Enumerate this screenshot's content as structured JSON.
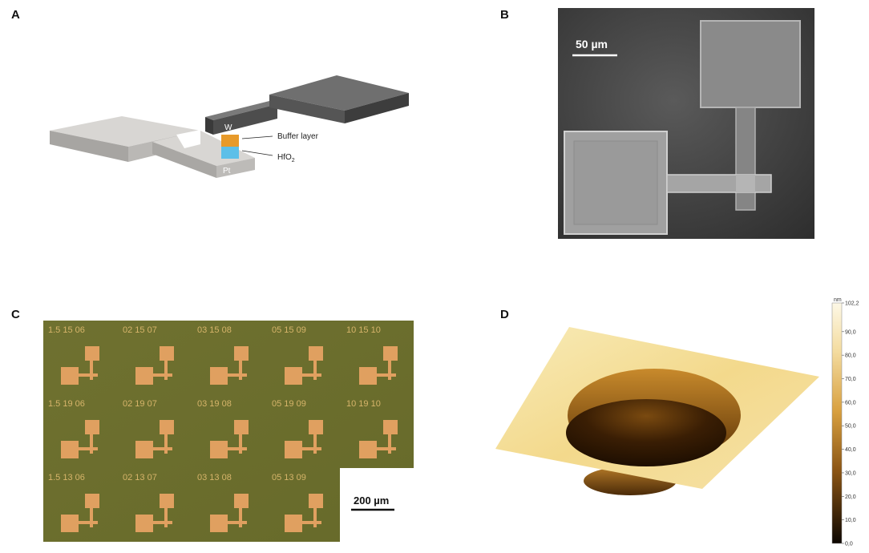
{
  "panels": {
    "a": {
      "label": "A",
      "top_electrode": "W",
      "bottom_electrode": "Pt",
      "layer1": "Buffer layer",
      "layer2_base": "HfO",
      "layer2_sub": "2"
    },
    "b": {
      "label": "B",
      "scale_bar": "50 µm"
    },
    "c": {
      "label": "C",
      "scale_bar": "200 µm",
      "chip_rows": [
        [
          "1.5 15 06",
          "02 15 07",
          "03 15 08",
          "05 15 09",
          "10 15 10"
        ],
        [
          "1.5 19 06",
          "02 19 07",
          "03 19 08",
          "05 19 09",
          "10 19 10"
        ],
        [
          "1.5 13 06",
          "02 13 07",
          "03 13 08",
          "05 13 09"
        ]
      ]
    },
    "d": {
      "label": "D",
      "colorbar_unit": "nm",
      "colorbar_ticks": [
        "102,2",
        "90,0",
        "80,0",
        "70,0",
        "60,0",
        "50,0",
        "40,0",
        "30,0",
        "20,0",
        "10,0",
        "0,0"
      ]
    }
  },
  "colors": {
    "chip_background": "#6e7130",
    "chip_pad": "#e0a060",
    "afm_high": "#f6e4a4",
    "afm_low": "#2a1400"
  }
}
